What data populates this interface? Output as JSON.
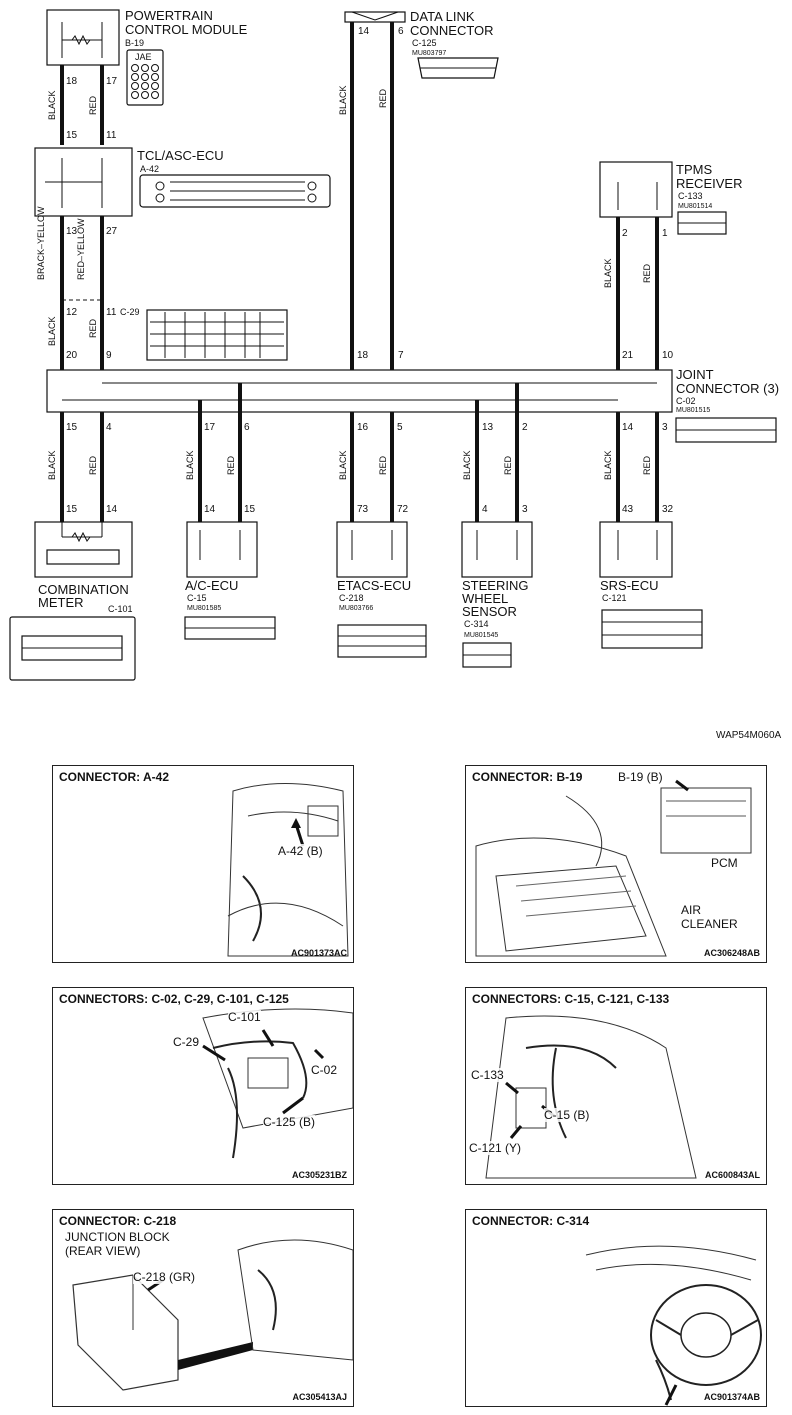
{
  "modules": {
    "pcm": {
      "title1": "POWERTRAIN",
      "title2": "CONTROL MODULE",
      "code": "B-19",
      "connector_top": "JAE"
    },
    "dlc": {
      "title1": "DATA LINK",
      "title2": "CONNECTOR",
      "code": "C-125",
      "part": "MU803797"
    },
    "tcl": {
      "title": "TCL/ASC-ECU",
      "code": "A-42"
    },
    "tpms": {
      "title1": "TPMS",
      "title2": "RECEIVER",
      "code": "C-133",
      "part": "MU801514"
    },
    "c29": {
      "code": "C-29"
    },
    "joint": {
      "title1": "JOINT",
      "title2": "CONNECTOR (3)",
      "code": "C-02",
      "part": "MU801515"
    },
    "meter": {
      "title1": "COMBINATION",
      "title2": "METER",
      "code": "C-101"
    },
    "ac": {
      "title": "A/C-ECU",
      "code": "C-15",
      "part": "MU801585"
    },
    "etacs": {
      "title": "ETACS-ECU",
      "code": "C-218",
      "part": "MU803766"
    },
    "steer": {
      "title1": "STEERING",
      "title2": "WHEEL",
      "title3": "SENSOR",
      "code": "C-314",
      "part": "MU801545"
    },
    "srs": {
      "title": "SRS-ECU",
      "code": "C-121"
    }
  },
  "wires": {
    "black": "BLACK",
    "red": "RED",
    "black_yellow": "BRACK–YELLOW",
    "red_yellow": "RED–YELLOW"
  },
  "pins": {
    "pcm_b": "18",
    "pcm_r": "17",
    "tcl_top_b": "15",
    "tcl_top_r": "11",
    "tcl_bot_b": "13",
    "tcl_bot_r": "27",
    "c29_top_b": "12",
    "c29_top_r": "11",
    "c29_bot_b": "20",
    "c29_bot_r": "9",
    "dlc_b": "14",
    "dlc_r": "6",
    "dlc_j_b": "18",
    "dlc_j_r": "7",
    "tpms_b": "2",
    "tpms_r": "1",
    "tpms_j_b": "21",
    "tpms_j_r": "10",
    "j_meter_b": "15",
    "j_meter_r": "4",
    "j_ac_b": "17",
    "j_ac_r": "6",
    "j_etacs_b": "16",
    "j_etacs_r": "5",
    "j_steer_b": "13",
    "j_steer_r": "2",
    "j_srs_b": "14",
    "j_srs_r": "3",
    "meter_b": "15",
    "meter_r": "14",
    "ac_b": "14",
    "ac_r": "15",
    "etacs_b": "73",
    "etacs_r": "72",
    "steer_b": "4",
    "steer_r": "3",
    "srs_b": "43",
    "srs_r": "32"
  },
  "figure_code": "WAP54M060A",
  "panels": {
    "a42": {
      "title": "CONNECTOR: A-42",
      "callout": "A-42 (B)",
      "code": "AC901373AC"
    },
    "b19": {
      "title": "CONNECTOR: B-19",
      "callout1": "B-19 (B)",
      "callout2": "PCM",
      "callout3": "AIR",
      "callout4": "CLEANER",
      "code": "AC306248AB"
    },
    "c02": {
      "title": "CONNECTORS: C-02, C-29, C-101, C-125",
      "c101": "C-101",
      "c29": "C-29",
      "c02": "C-02",
      "c125": "C-125 (B)",
      "code": "AC305231BZ"
    },
    "c15": {
      "title": "CONNECTORS: C-15, C-121, C-133",
      "c133": "C-133",
      "c15": "C-15 (B)",
      "c121": "C-121 (Y)",
      "code": "AC600843AL"
    },
    "c218": {
      "title": "CONNECTOR: C-218",
      "jb1": "JUNCTION BLOCK",
      "jb2": "(REAR VIEW)",
      "c218": "C-218 (GR)",
      "code": "AC305413AJ"
    },
    "c314": {
      "title": "CONNECTOR: C-314",
      "code": "AC901374AB"
    }
  }
}
